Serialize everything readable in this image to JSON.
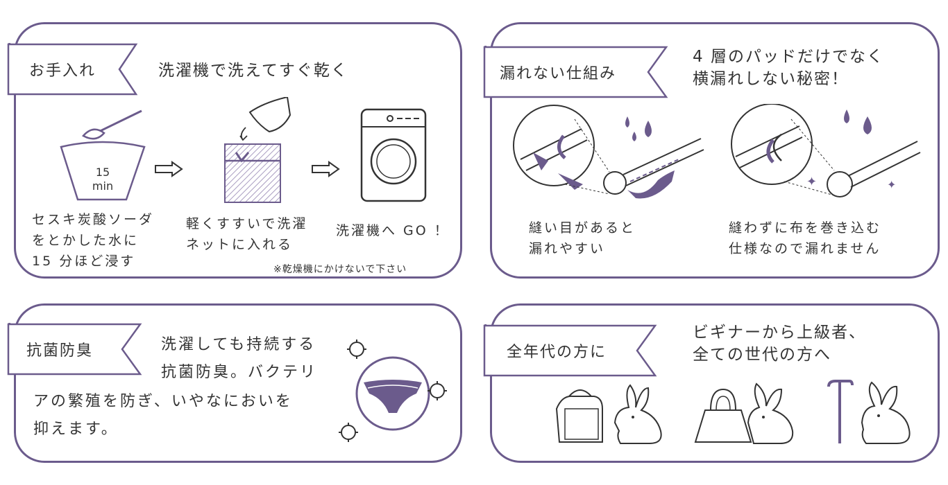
{
  "care": {
    "tag": "お手入れ",
    "heading": "洗濯機で洗えてすぐ乾く",
    "timer": "15",
    "timer_unit": "min",
    "step1_lines": [
      "セスキ炭酸ソーダ",
      "をとかした水に",
      "15 分ほど浸す"
    ],
    "step2_lines": [
      "軽くすすいで洗濯",
      "ネットに入れる"
    ],
    "step3": "洗濯機へ GO ！",
    "note": "※乾燥機にかけないで下さい"
  },
  "leak": {
    "tag": "漏れない仕組み",
    "heading_lines": [
      "4 層のパッドだけでなく",
      "横漏れしない秘密！"
    ],
    "left_caption_lines": [
      "縫い目があると",
      "漏れやすい"
    ],
    "right_caption_lines": [
      "縫わずに布を巻き込む",
      "仕様なので漏れません"
    ]
  },
  "antibac": {
    "tag": "抗菌防臭",
    "lines": [
      "洗濯しても持続する",
      "抗菌防臭。バクテリ",
      "アの繁殖を防ぎ、いやなにおいを",
      "抑えます。"
    ]
  },
  "ages": {
    "tag": "全年代の方に",
    "heading_lines": [
      "ビギナーから上級者、",
      "全ての世代の方へ"
    ]
  },
  "colors": {
    "accent": "#6b5b8c",
    "text": "#333333",
    "hatch": "#a89cc0"
  }
}
